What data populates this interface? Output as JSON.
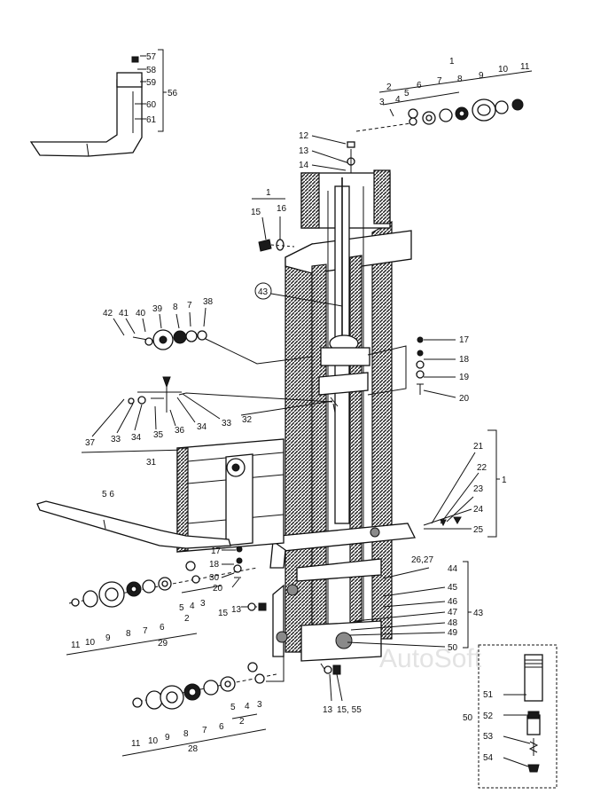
{
  "diagram": {
    "watermark": "AutoSoft",
    "callouts": {
      "c57": "57",
      "c58": "58",
      "c59": "59",
      "c60": "60",
      "c61": "61",
      "c56a": "56",
      "c1a": "1",
      "c2a": "2",
      "c3a": "3",
      "c4a": "4",
      "c5a": "5",
      "c6a": "6",
      "c7a": "7",
      "c8a": "8",
      "c9a": "9",
      "c10a": "10",
      "c11a": "11",
      "c12": "12",
      "c13a": "13",
      "c14": "14",
      "c1b": "1",
      "c15a": "15",
      "c16": "16",
      "c43a": "43",
      "c42": "42",
      "c41": "41",
      "c40": "40",
      "c39": "39",
      "c8b": "8",
      "c7b": "7",
      "c38": "38",
      "c17a": "17",
      "c18a": "18",
      "c19": "19",
      "c20a": "20",
      "c37": "37",
      "c33a": "33",
      "c34a": "34",
      "c35": "35",
      "c36": "36",
      "c34b": "34",
      "c33b": "33",
      "c32": "32",
      "c31": "31",
      "c21": "21",
      "c22": "22",
      "c23": "23",
      "c24": "24",
      "c25": "25",
      "c1c": "1",
      "c56b": "5 6",
      "c17b": "17",
      "c18b": "18",
      "c30": "30",
      "c20b": "20",
      "c5b": "5",
      "c4b": "4",
      "c3b": "3",
      "c2b": "2",
      "c11b": "11",
      "c10b": "10",
      "c9b": "9",
      "c8c": "8",
      "c7c": "7",
      "c6b": "6",
      "c29": "29",
      "c15b": "15",
      "c13b": "13",
      "c2627": "26,27",
      "c44": "44",
      "c45": "45",
      "c46": "46",
      "c47": "47",
      "c48": "48",
      "c49": "49",
      "c50a": "50",
      "c43b": "43",
      "c5c": "5",
      "c4c": "4",
      "c3c": "3",
      "c2c": "2",
      "c11c": "11",
      "c10c": "10",
      "c9c": "9",
      "c8d": "8",
      "c7d": "7",
      "c6c": "6",
      "c28": "28",
      "c13c": "13",
      "c1555": "15, 55",
      "c51": "51",
      "c50b": "50",
      "c52": "52",
      "c53": "53",
      "c54": "54"
    }
  }
}
